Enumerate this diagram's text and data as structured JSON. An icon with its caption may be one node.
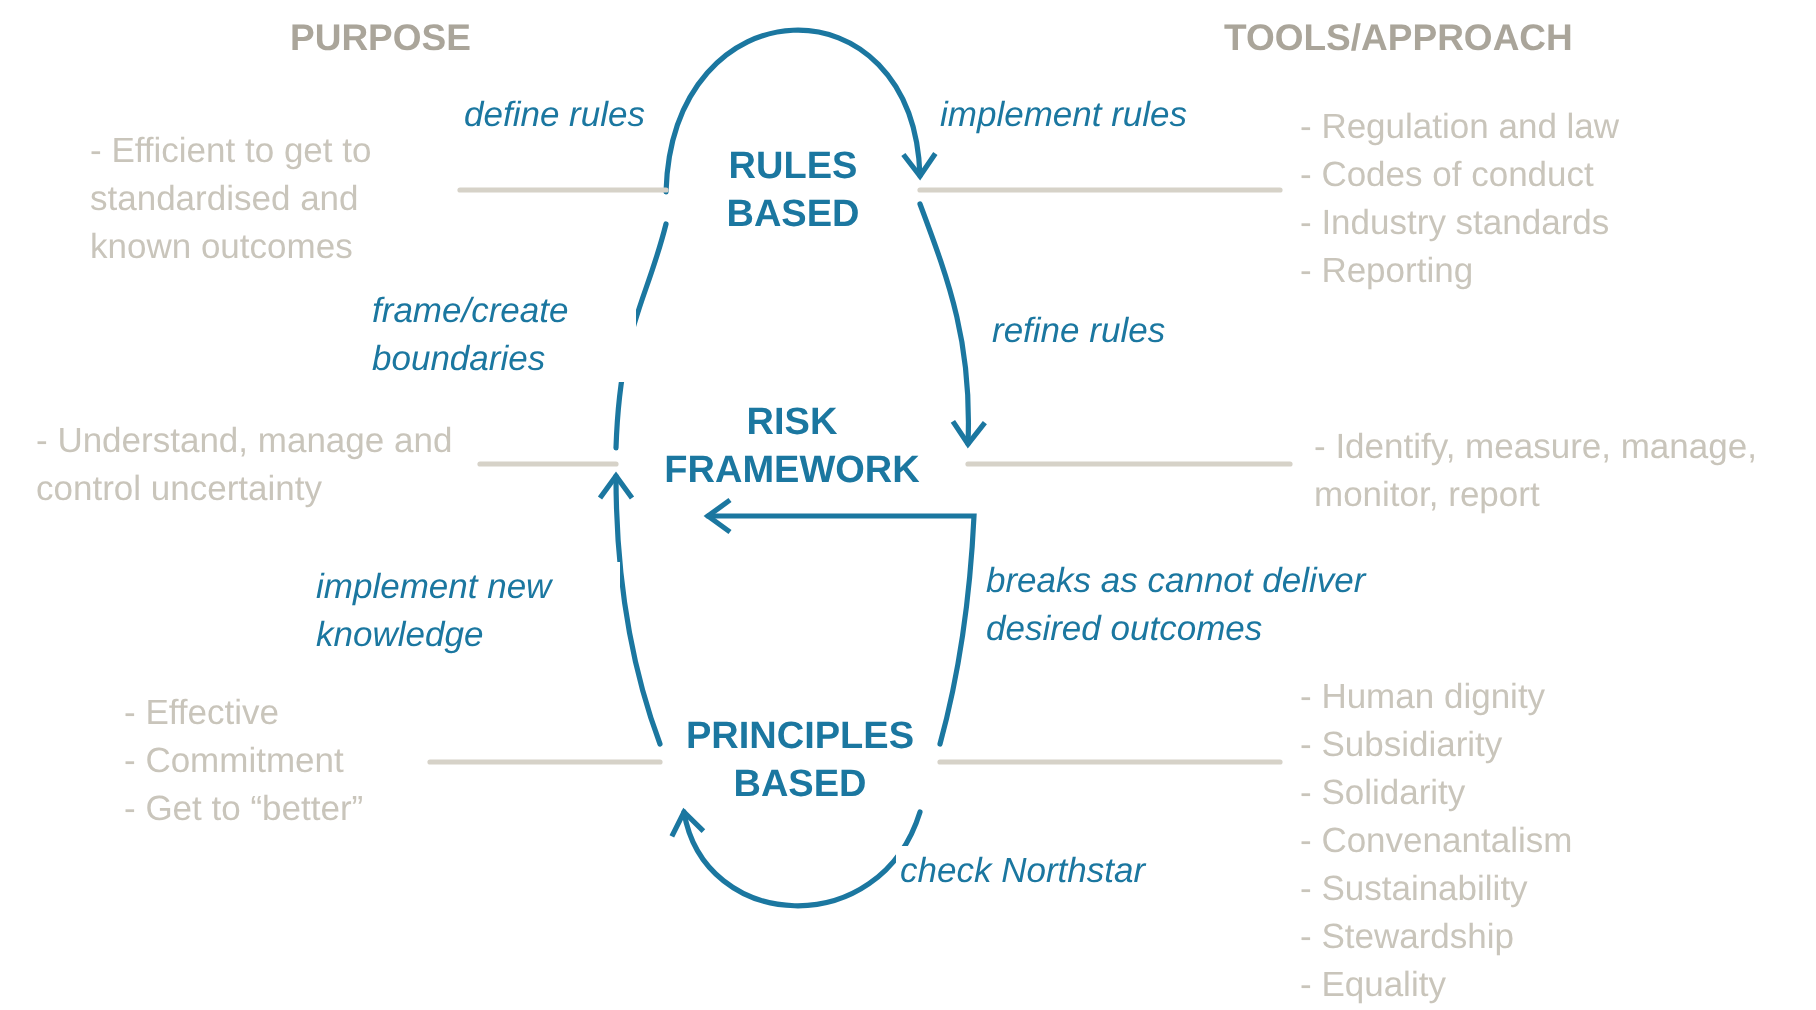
{
  "diagram": {
    "nodes": [
      {
        "text": [
          "RULES BASED"
        ]
      },
      {
        "text": [
          "RISK FRAMEWORK"
        ]
      },
      {
        "text": [
          "PRINCIPLES BASED"
        ]
      },
      {
        "text": [
          "- Efficient to get to standardised and known outcomes"
        ]
      },
      {
        "text": [
          "- Understand, manage and control uncertainty"
        ]
      },
      {
        "text": [
          "- Effective",
          "- Commitment",
          "- Get to “better”"
        ]
      },
      {
        "text": [
          "- Regulation and law",
          "- Codes of conduct",
          "- Industry standards",
          "- Reporting"
        ]
      },
      {
        "text": [
          "- Identify, measure, manage, monitor, report"
        ]
      },
      {
        "text": [
          "- Human dignity",
          "- Subsidiarity",
          "- Solidarity",
          "- Convenantalism",
          "- Sustainability",
          "- Stewardship",
          "- Equality"
        ]
      }
    ],
    "edges": [
      {
        "from": 0,
        "to": 0,
        "arrow": "to",
        "label": "implement rules"
      },
      {
        "from": 1,
        "to": 0,
        "arrow": "none",
        "label": "frame/create boundaries"
      },
      {
        "from": 0,
        "to": 1,
        "arrow": "to",
        "label": "refine rules"
      },
      {
        "from": 2,
        "to": 1,
        "arrow": "to",
        "label": "implement new knowledge"
      },
      {
        "from": 2,
        "to": 1,
        "arrow": "to",
        "label": "breaks as cannot deliver desired outcomes"
      },
      {
        "from": 2,
        "to": 2,
        "arrow": "to",
        "label": "check Northstar"
      },
      {
        "from": 3,
        "to": 0,
        "arrow": "none",
        "color": "#d6d2c8"
      },
      {
        "from": 0,
        "to": 6,
        "arrow": "none",
        "color": "#d6d2c8"
      },
      {
        "from": 4,
        "to": 1,
        "arrow": "none",
        "color": "#d6d2c8"
      },
      {
        "from": 1,
        "to": 7,
        "arrow": "none",
        "color": "#d6d2c8"
      },
      {
        "from": 5,
        "to": 2,
        "arrow": "none",
        "color": "#d6d2c8"
      },
      {
        "from": 2,
        "to": 8,
        "arrow": "none",
        "color": "#d6d2c8"
      }
    ],
    "labels": [
      "PURPOSE",
      "TOOLS/APPROACH",
      "define rules"
    ]
  }
}
